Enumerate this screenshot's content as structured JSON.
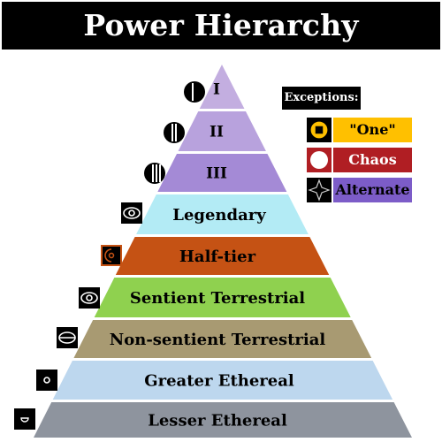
{
  "title": "Power Hierarchy",
  "tiers": [
    {
      "label": "I",
      "color": "#c3aee0",
      "icon": "one-bar-half-moon-icon",
      "text_color": "#000000"
    },
    {
      "label": "II",
      "color": "#b8a2dd",
      "icon": "two-bar-half-moon-icon",
      "text_color": "#000000"
    },
    {
      "label": "III",
      "color": "#a48ad6",
      "icon": "three-bar-moon-icon",
      "text_color": "#000000"
    },
    {
      "label": "Legendary",
      "color": "#b3ebf5",
      "icon": "eye-icon",
      "text_color": "#000000"
    },
    {
      "label": "Half-tier",
      "color": "#c55214",
      "icon": "half-eye-icon",
      "text_color": "#000000"
    },
    {
      "label": "Sentient Terrestrial",
      "color": "#8fd14f",
      "icon": "eye-icon",
      "text_color": "#000000"
    },
    {
      "label": "Non-sentient Terrestrial",
      "color": "#a89a72",
      "icon": "closed-eye-icon",
      "text_color": "#000000"
    },
    {
      "label": "Greater Ethereal",
      "color": "#bdd7ee",
      "icon": "small-ring-icon",
      "text_color": "#000000"
    },
    {
      "label": "Lesser Ethereal",
      "color": "#8e949e",
      "icon": "half-ring-icon",
      "text_color": "#000000"
    }
  ],
  "exceptions": {
    "heading": "Exceptions:",
    "items": [
      {
        "label": "\"One\"",
        "color": "#ffc000",
        "text_color": "#000000",
        "icon": "square-in-circle-icon"
      },
      {
        "label": "Chaos",
        "color": "#b01e23",
        "text_color": "#ffffff",
        "icon": "circle-outline-icon"
      },
      {
        "label": "Alternate",
        "color": "#7c5cc8",
        "text_color": "#000000",
        "icon": "four-point-star-icon"
      }
    ]
  }
}
